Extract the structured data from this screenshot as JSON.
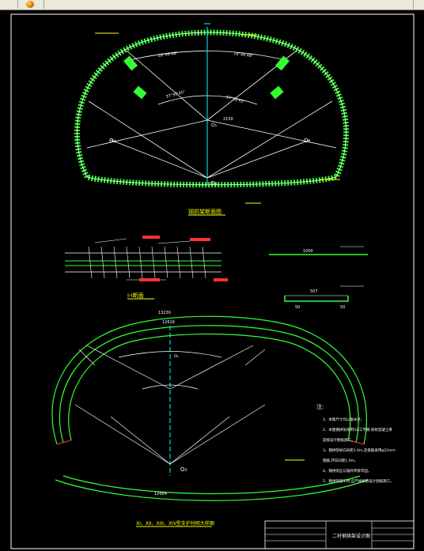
{
  "toolbar": {
    "buttons": [
      {
        "icon": "blank-icon"
      },
      {
        "icon": "gear-toy-icon"
      },
      {
        "icon": "blank-icon"
      }
    ]
  },
  "colors": {
    "background": "#000000",
    "lining_green": "#33ff33",
    "lines_white": "#ffffff",
    "centerline_cyan": "#00ffff",
    "title_yellow": "#ffff00",
    "text_red": "#ff3333"
  },
  "drawing": {
    "section_label": "I",
    "main_caption": "钢拱架断面图",
    "center_label_top": "O₁",
    "center_label_left": "O₂",
    "center_label_right": "O₂",
    "center_label_bottom": "O₃",
    "angle_left_top": "28°46'48\"",
    "angle_right_top": "28°46'48\"",
    "angle_inner_left": "37°38'45\"",
    "angle_inner_right": "37°38'45\"",
    "dim_center": "2150",
    "section_caption": "I-I断面",
    "bar_dim_1": "1000",
    "bar_dim_2": "507",
    "bar_dim_3": "50",
    "bar_dim_4": "50",
    "bottom_top_dim": "13230",
    "bottom_second_dim": "12616",
    "bottom_invert_dim": "12664",
    "bottom_center_label": "O₁",
    "bottom_lower_label": "O₃",
    "bottom_caption": "XI、XII、XIII、XIV型支护衬砌大样图",
    "notes_title": "注:",
    "notes": [
      "1、本图尺寸均以毫米计。",
      "2、本图钢拱架采用I18工字钢,喷射混凝土厚",
      "   度按设计图纸施工。",
      "3、钢拱架纵向间距1.0m,连接筋采用φ22mm",
      "   钢筋,环向间距1.0m。",
      "4、钢拱架应与锚杆焊接牢固。",
      "5、钢拱架施工时,应严格按照设计图纸施工。"
    ],
    "title_block_name": "二衬钢拱架设计图"
  }
}
